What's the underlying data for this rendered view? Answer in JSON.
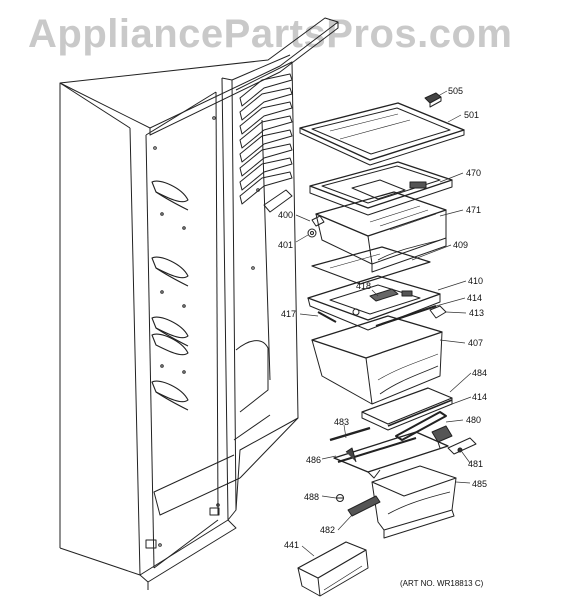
{
  "watermark": "AppliancePartsPros.com",
  "art_number": "(ART NO. WR18813 C)",
  "parts": [
    "505",
    "501",
    "470",
    "471",
    "400",
    "401",
    "409",
    "410",
    "418",
    "414",
    "417",
    "413",
    "407",
    "484",
    "414",
    "483",
    "480",
    "486",
    "481",
    "485",
    "488",
    "482",
    "441"
  ]
}
